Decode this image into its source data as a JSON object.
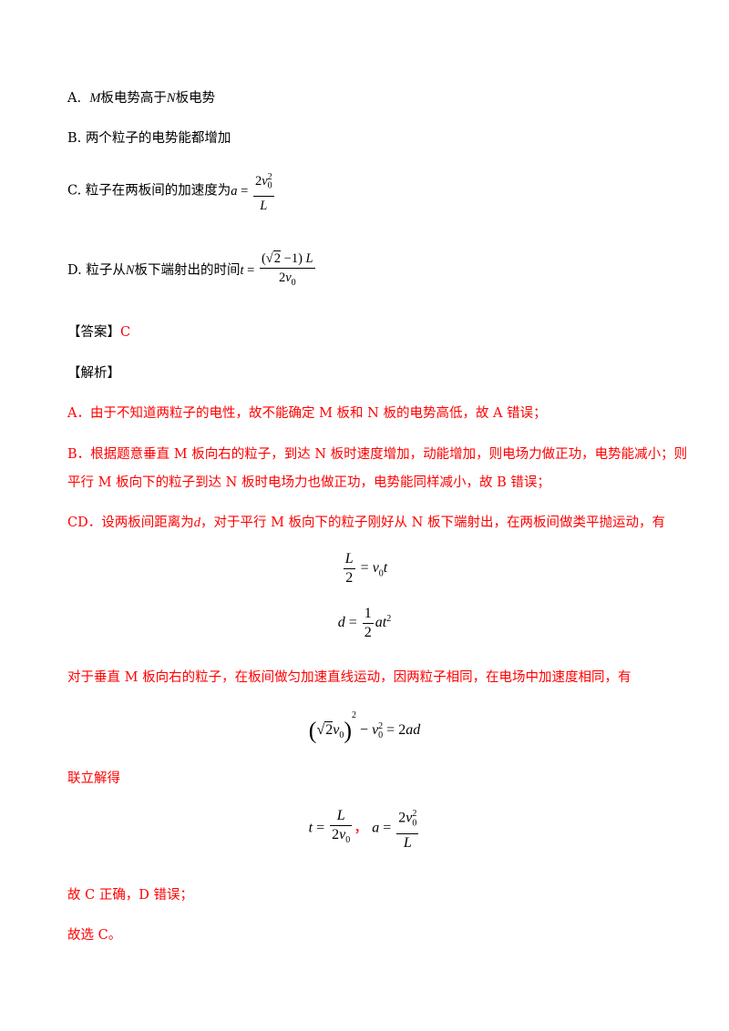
{
  "options": {
    "a_prefix": "A.",
    "a_m": "M",
    "a_mid": "板电势高于",
    "a_n": "N",
    "a_end": "板电势",
    "b_text": "B.  两个粒子的电势能都增加",
    "c_text": "C.  粒子在两板间的加速度为",
    "d_prefix": "D.  粒子从",
    "d_n": "N",
    "d_text": "板下端射出的时间"
  },
  "answer": {
    "label": "【答案】",
    "value": "C"
  },
  "analysis": {
    "label": "【解析】",
    "a_line": "A．由于不知道两粒子的电性，故不能确定 M 板和 N 板的电势高低，故 A 错误；",
    "b_line1": "B．根据题意垂直 M 板向右的粒子，到达 N 板时速度增加，动能增加，则电场力做正功，电势能减小；则",
    "b_line2": "平行 M 板向下的粒子到达 N 板时电场力也做正功，电势能同样减小，故 B 错误；",
    "cd_prefix": "CD．设两板间距离为",
    "cd_d": "d",
    "cd_rest": "，对于平行 M 板向下的粒子刚好从 N 板下端射出，在两板间做类平抛运动，有",
    "perp_line": "对于垂直 M 板向右的粒子，在板间做匀加速直线运动，因两粒子相同，在电场中加速度相同，有",
    "joint": "联立解得",
    "conclusion": "故 C 正确，D 错误；",
    "final": "故选 C。"
  }
}
